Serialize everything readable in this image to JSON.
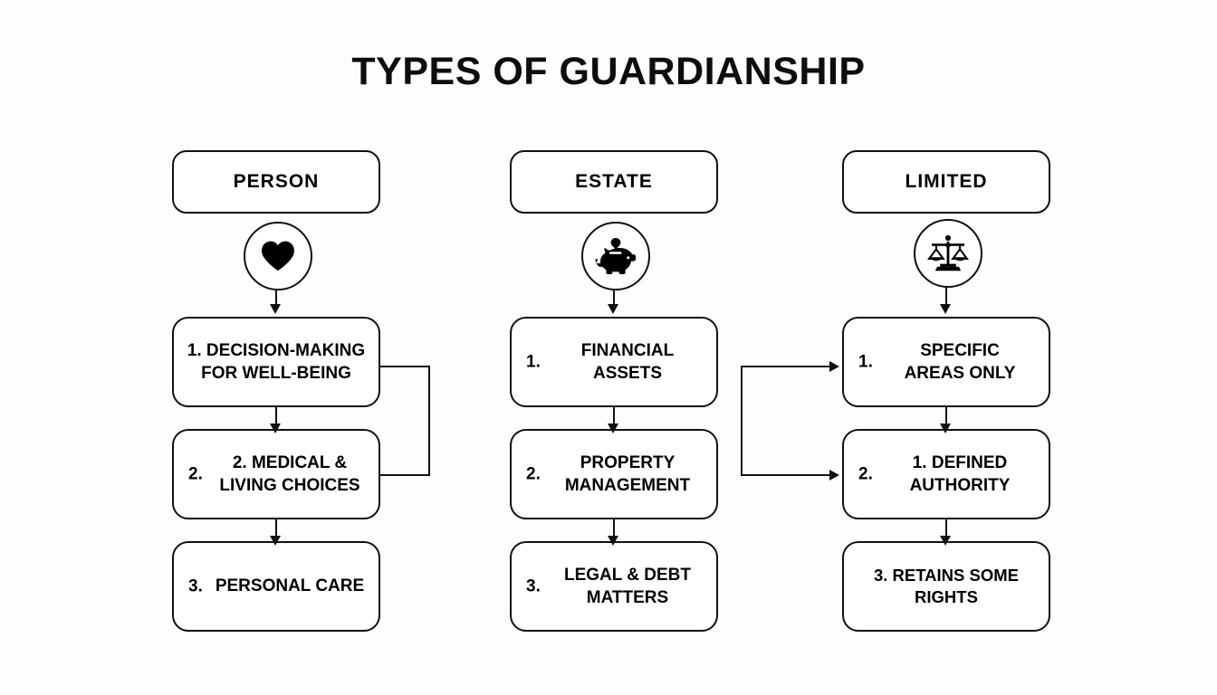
{
  "page": {
    "title": "TYPES OF GUARDIANSHIP",
    "background_color": "#fdfdfc",
    "line_color": "#111111",
    "text_color": "#0d0d0d"
  },
  "columns": [
    {
      "key": "person",
      "header": "PERSON",
      "icon": "heart-icon",
      "items": [
        {
          "number": "",
          "text": "1. DECISION-MAKING\nFOR WELL-BEING"
        },
        {
          "number": "2.",
          "text": "2. MEDICAL &\nLIVING CHOICES"
        },
        {
          "number": "3.",
          "text": "PERSONAL CARE"
        }
      ]
    },
    {
      "key": "estate",
      "header": "ESTATE",
      "icon": "piggy-bank-icon",
      "items": [
        {
          "number": "1.",
          "text": "FINANCIAL\nASSETS"
        },
        {
          "number": "2.",
          "text": "PROPERTY\nMANAGEMENT"
        },
        {
          "number": "3.",
          "text": "LEGAL & DEBT\nMATTERS"
        }
      ]
    },
    {
      "key": "limited",
      "header": "LIMITED",
      "icon": "scales-of-justice-icon",
      "items": [
        {
          "number": "1.",
          "text": "SPECIFIC\nAREAS ONLY"
        },
        {
          "number": "2.",
          "text": "1. DEFINED\nAUTHORITY"
        },
        {
          "number": "",
          "text": "3. RETAINS SOME RIGHTS"
        }
      ]
    }
  ],
  "connectors": {
    "person_bracket": "bracket linking person item 1 and item 2 on the right side",
    "limited_bracket": "bracket with two right arrows feeding limited item 1 and item 2",
    "vertical_arrows": "downward arrows between stacked items in each column"
  }
}
